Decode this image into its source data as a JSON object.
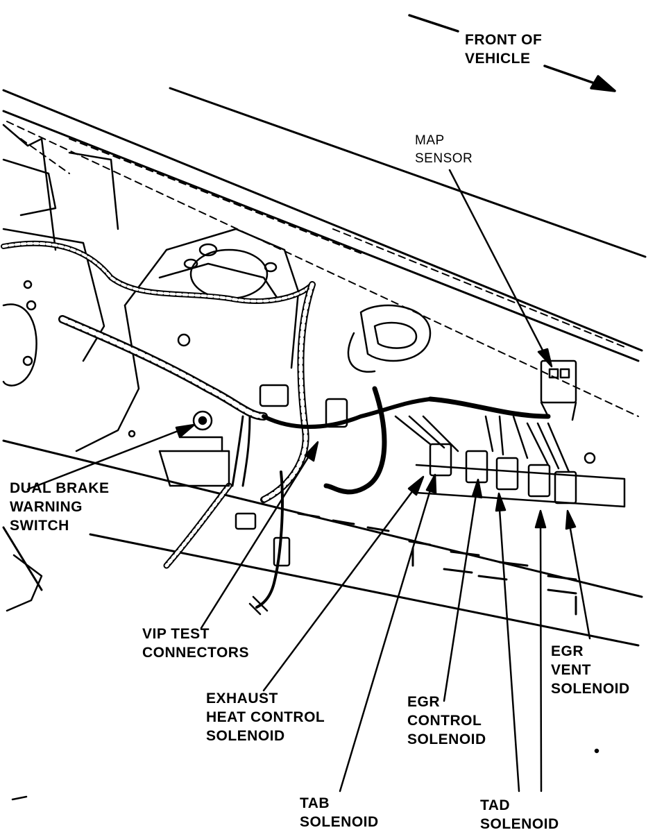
{
  "labels": {
    "front": [
      "FRONT OF",
      "VEHICLE"
    ],
    "map_sensor": [
      "MAP",
      "SENSOR"
    ],
    "dual_brake": [
      "DUAL BRAKE",
      "WARNING",
      "SWITCH"
    ],
    "vip_test": [
      "VIP TEST",
      "CONNECTORS"
    ],
    "exhaust_heat": [
      "EXHAUST",
      "HEAT CONTROL",
      "SOLENOID"
    ],
    "egr_control": [
      "EGR",
      "CONTROL",
      "SOLENOID"
    ],
    "egr_vent": [
      "EGR",
      "VENT",
      "SOLENOID"
    ],
    "tab": [
      "TAB",
      "SOLENOID"
    ],
    "tad": [
      "TAD",
      "SOLENOID"
    ]
  },
  "colors": {
    "ink": "#000000",
    "paper": "#ffffff"
  }
}
